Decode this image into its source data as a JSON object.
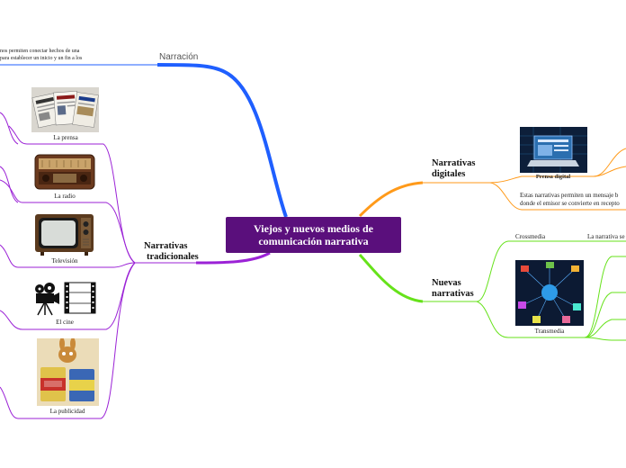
{
  "central": {
    "title": "Viejos y nuevos medios de comunicación narrativa"
  },
  "narracion": {
    "label": "Narración",
    "text_line1": "nos permiten conectar hechos de una",
    "text_line2": "para establecer un inicio y un fin a los"
  },
  "tradicionales": {
    "label_line1": "Narrativas",
    "label_line2": "tradicionales",
    "items": [
      {
        "caption": "La prensa",
        "icon": "newspapers-icon"
      },
      {
        "caption": "La radio",
        "icon": "radio-icon"
      },
      {
        "caption": "Televisión",
        "icon": "television-icon"
      },
      {
        "caption": "El cine",
        "icon": "film-camera-icon"
      },
      {
        "caption": "La publicidad",
        "icon": "advertising-cans-icon"
      }
    ]
  },
  "digitales": {
    "label_line1": "Narrativas",
    "label_line2": "digitales",
    "image_caption": "Prensa digital",
    "text_line1": "Estas narrativas permiten un mensaje b",
    "text_line2": "donde el emisor se convierte en recepto"
  },
  "nuevas": {
    "label_line1": "Nuevas",
    "label_line2": "narrativas",
    "crossmedia": "Crossmedia",
    "crossmedia_desc": "La narrativa se",
    "transmedia": "Transmedia"
  },
  "colors": {
    "center": "#5a0f7c",
    "narracion": "#1f5fff",
    "tradicionales": "#9b22d6",
    "digitales": "#ff9a1a",
    "nuevas": "#66e21a"
  }
}
